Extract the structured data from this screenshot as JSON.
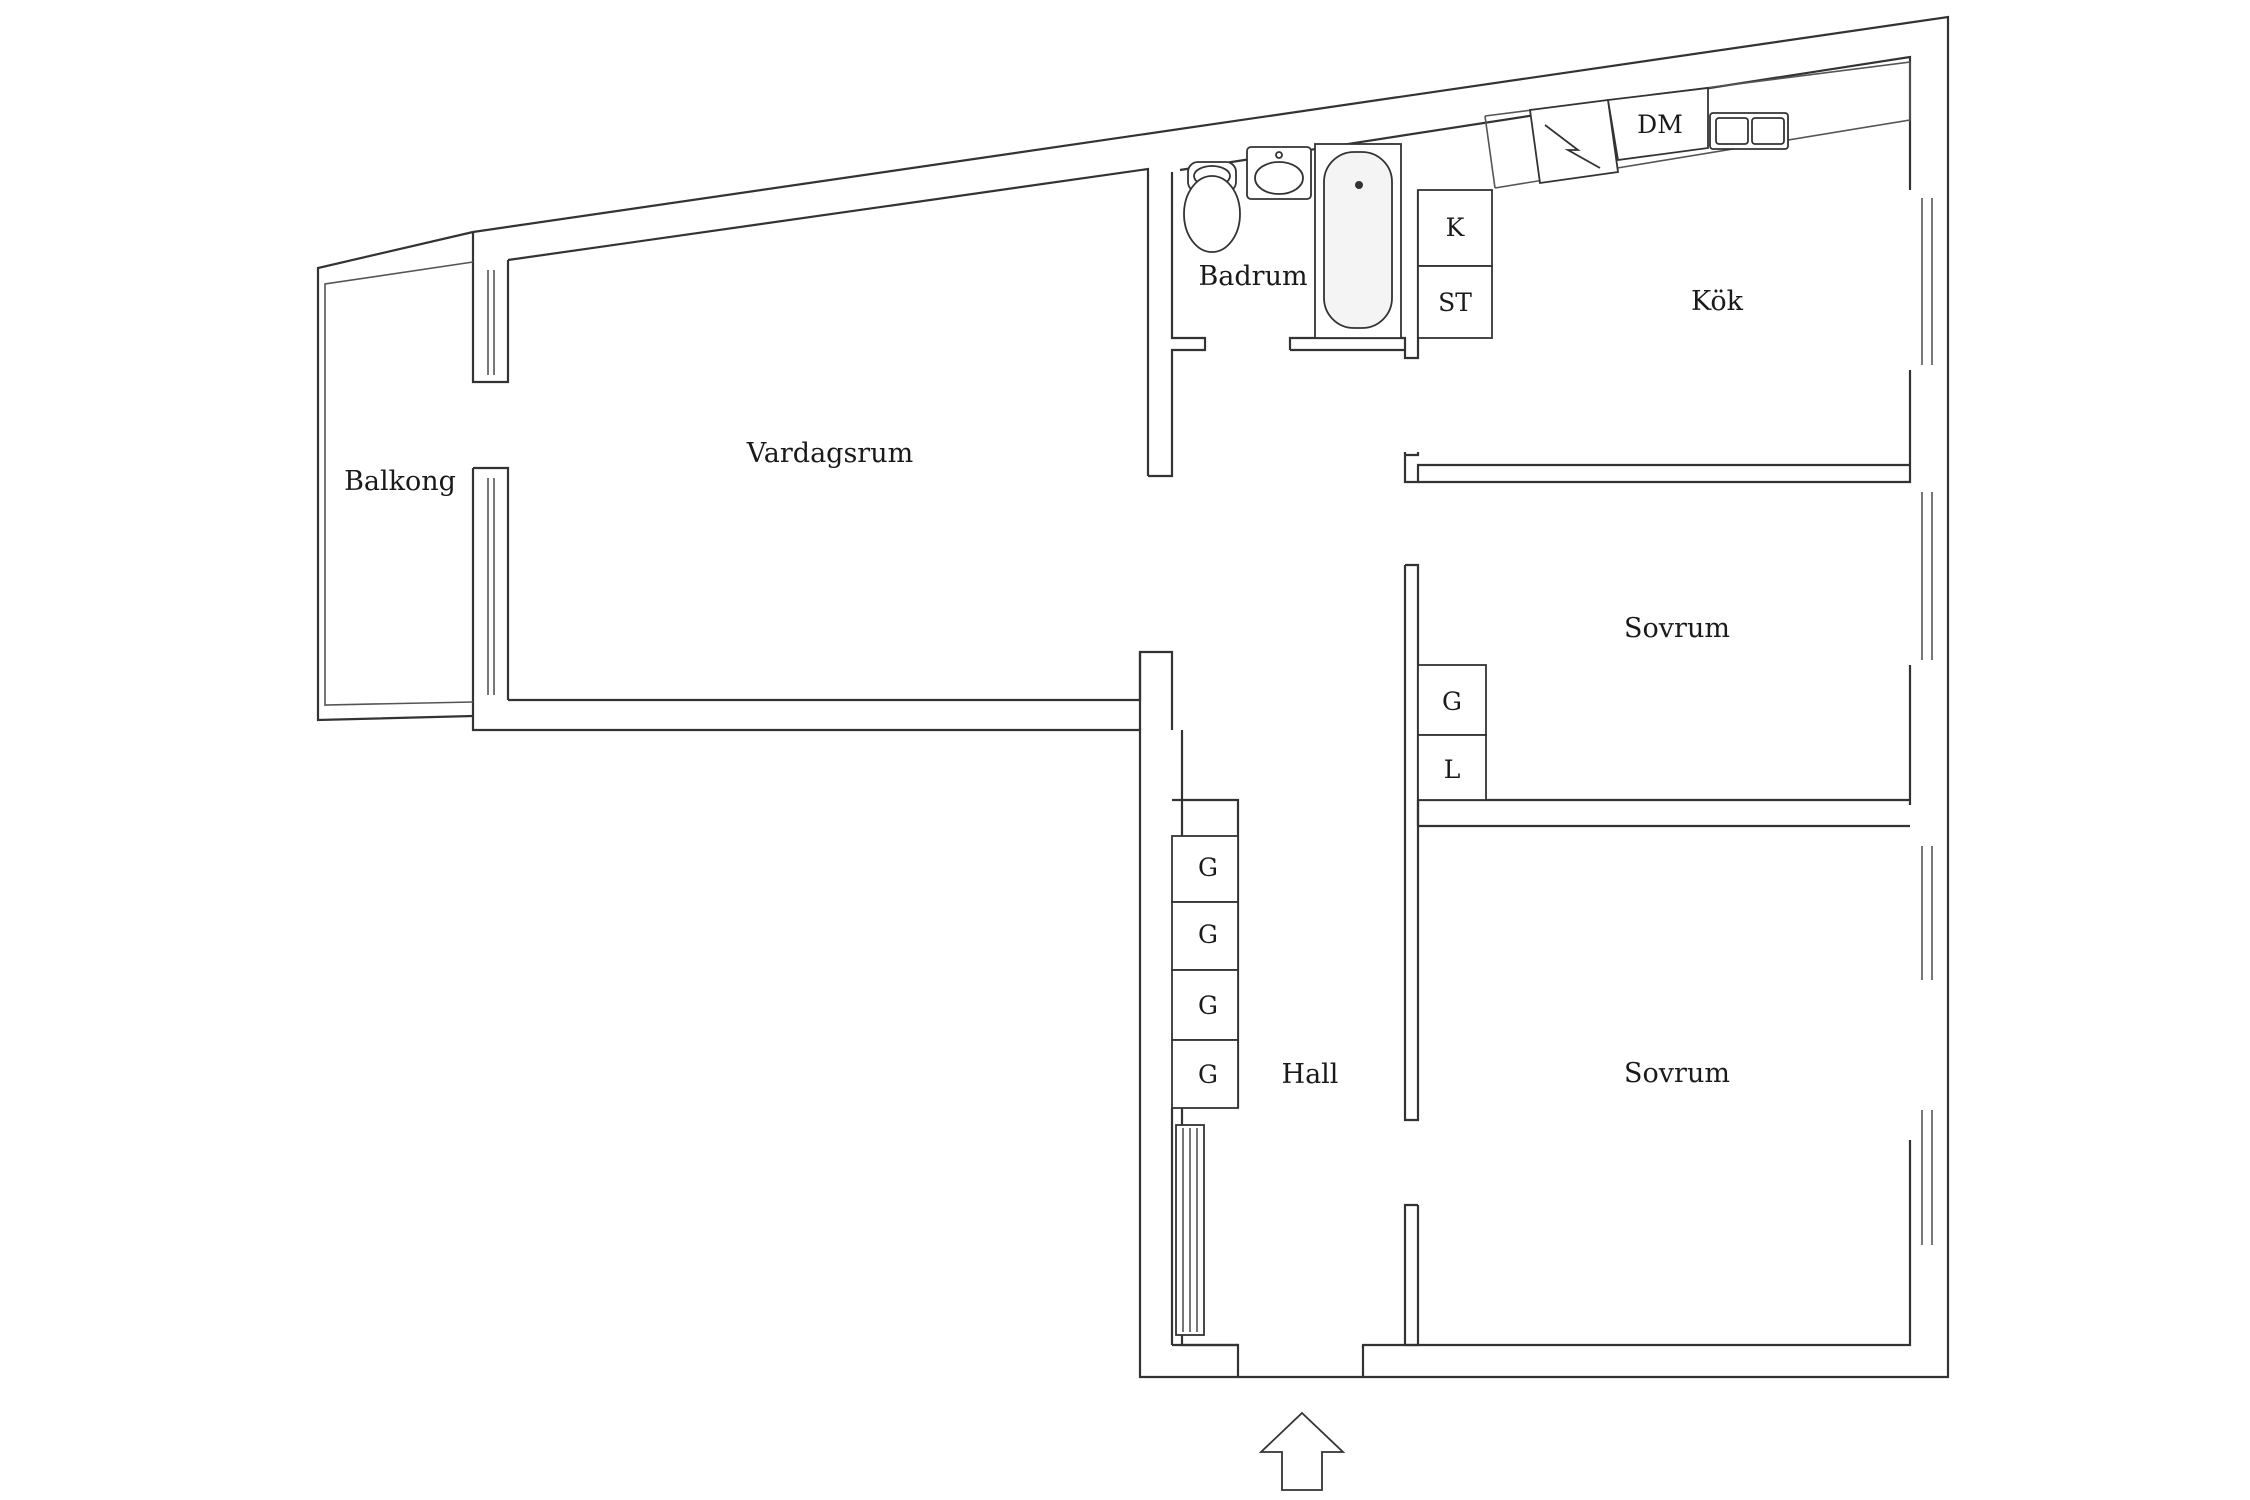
{
  "colors": {
    "wall": "#333333",
    "background": "#ffffff"
  },
  "rooms": {
    "balkong": "Balkong",
    "vardagsrum": "Vardagsrum",
    "badrum": "Badrum",
    "kok": "Kök",
    "sovrum_1": "Sovrum",
    "sovrum_2": "Sovrum",
    "hall": "Hall"
  },
  "closets": {
    "kitchen_top": "K",
    "kitchen_bottom": "ST",
    "dishwasher": "DM",
    "bedroom_top": "G",
    "bedroom_bottom": "L",
    "hall": [
      "G",
      "G",
      "G",
      "G"
    ]
  },
  "icons": [
    "toilet-icon",
    "sink-icon",
    "bathtub-icon",
    "stove-icon",
    "kitchen-sink-icon",
    "radiator-icon",
    "entrance-arrow-icon"
  ]
}
